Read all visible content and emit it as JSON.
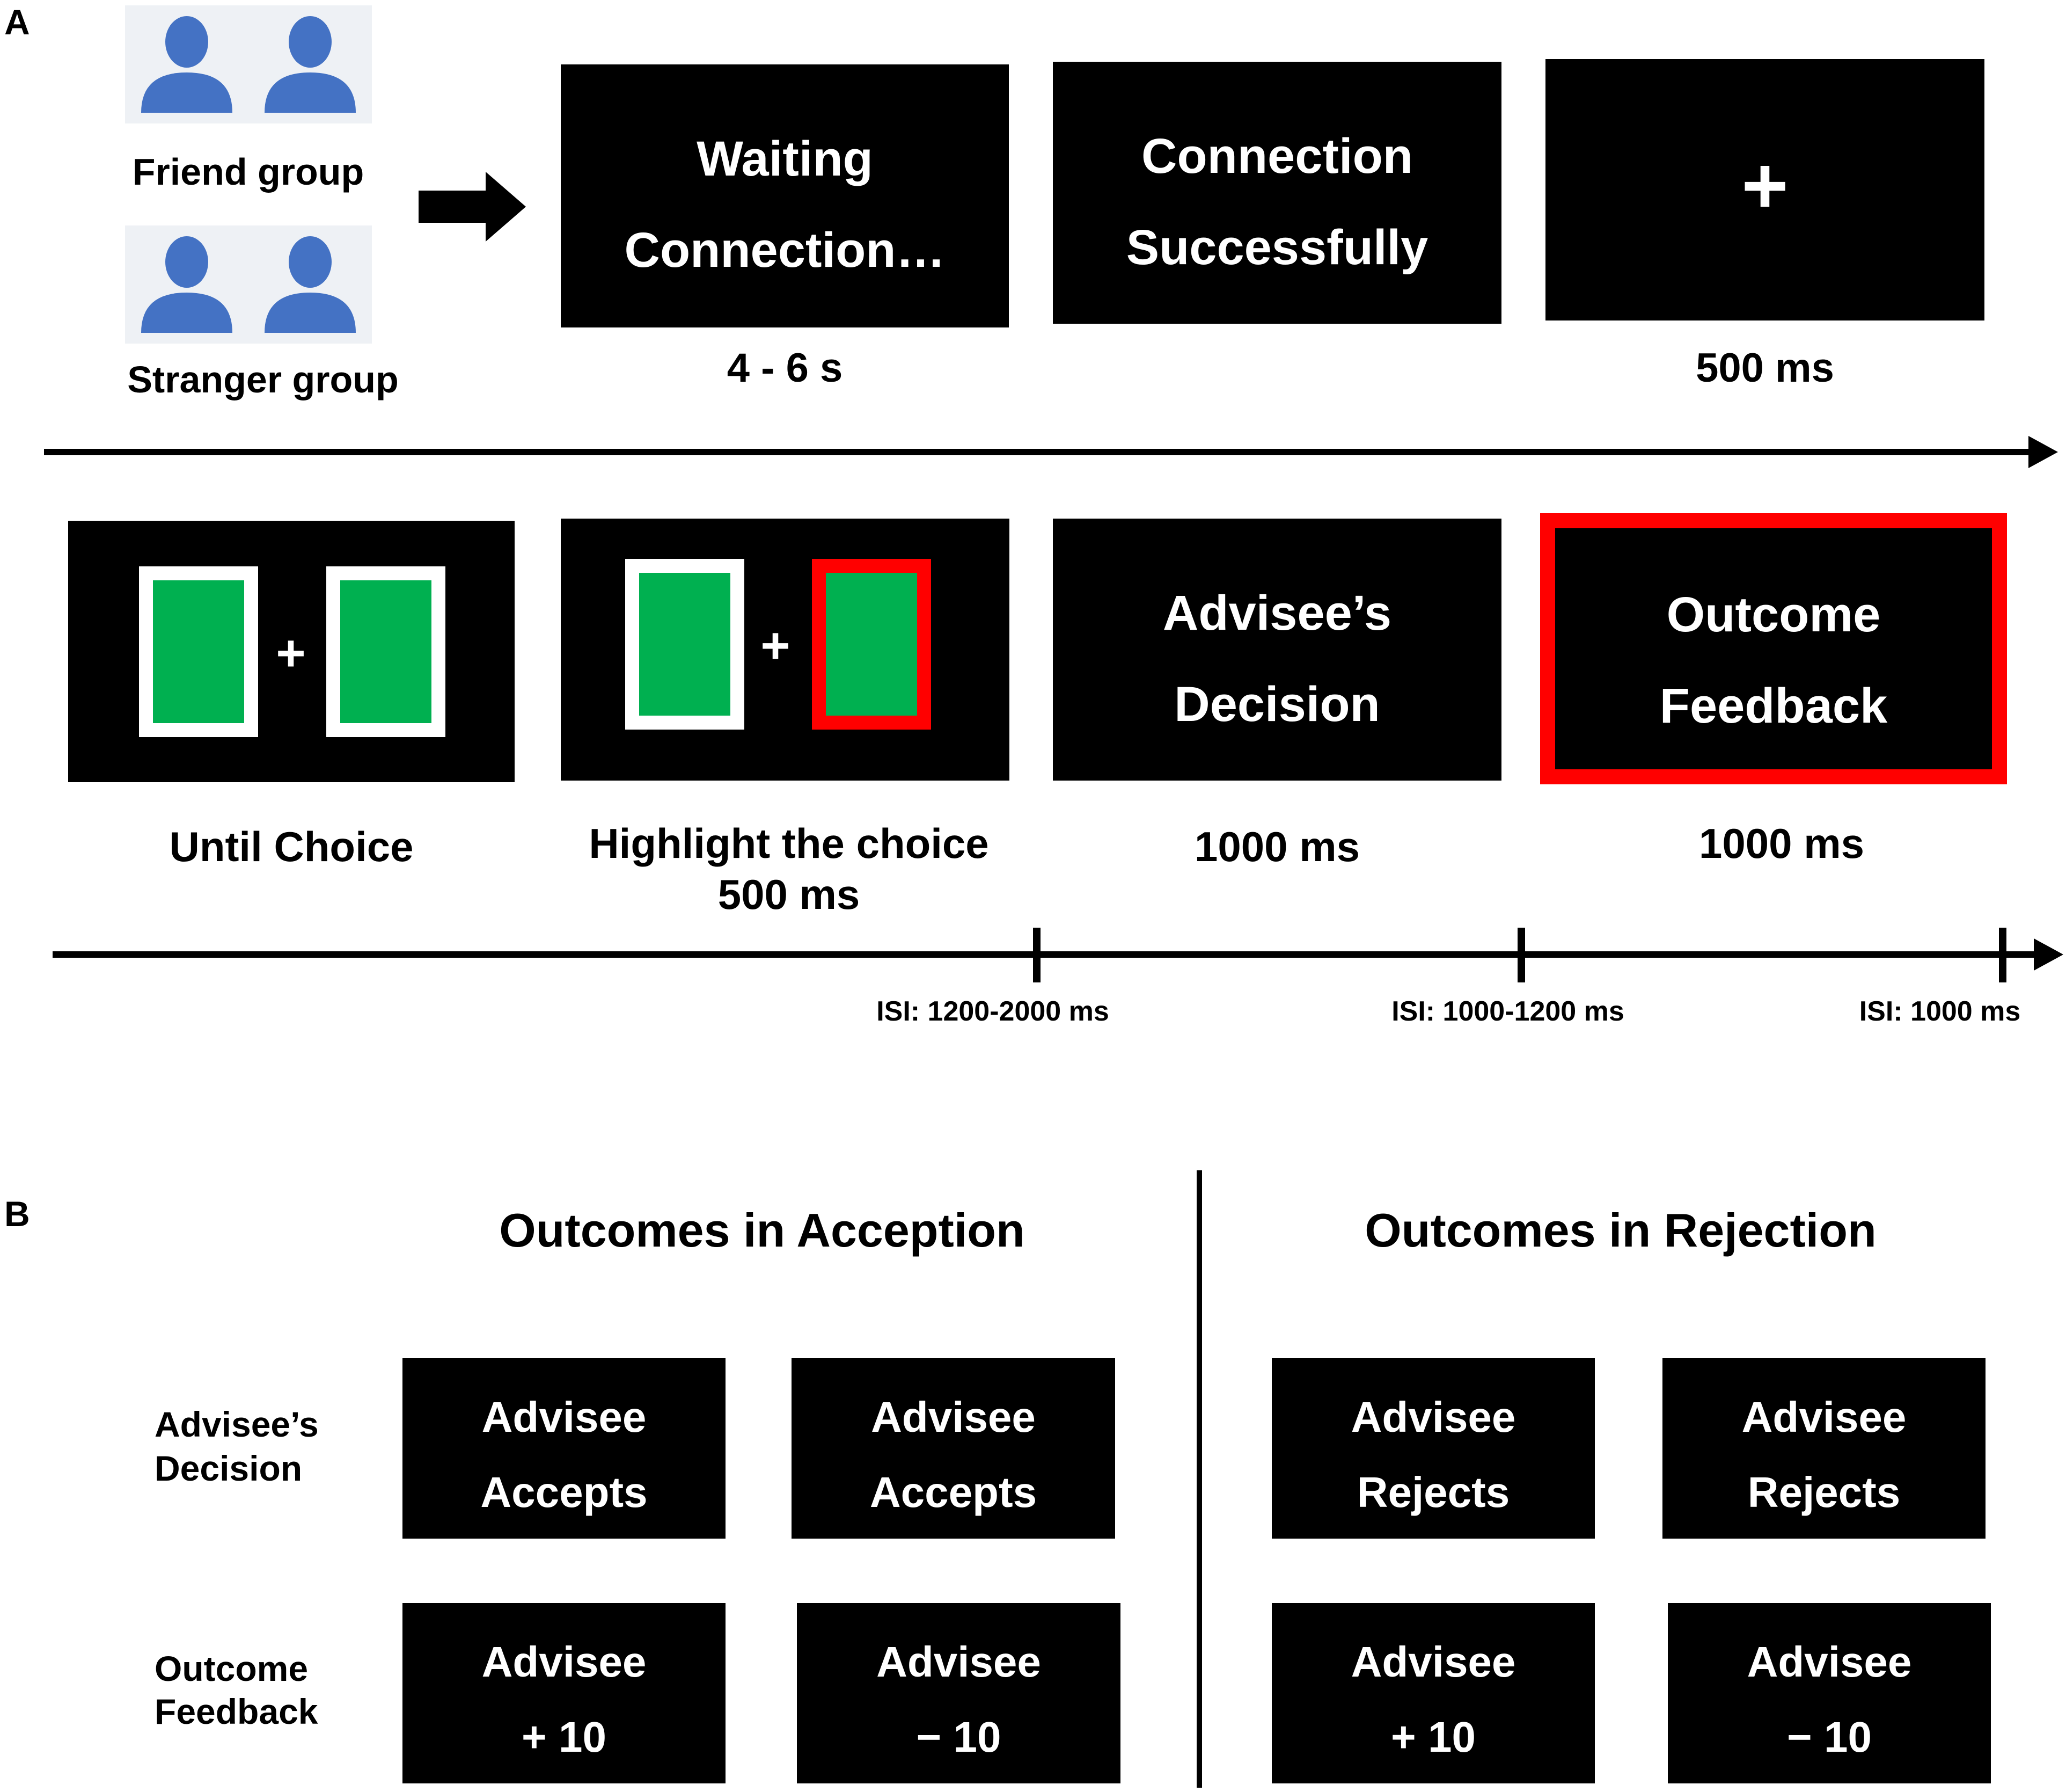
{
  "colors": {
    "screen_bg": "#000000",
    "card_fill": "#00b050",
    "card_border": "#ffffff",
    "highlight": "#ff0000",
    "person_icon": "#4472c4"
  },
  "panel_a": {
    "label": "A",
    "groups": [
      {
        "name": "Friend group",
        "icon": "two-person-icon"
      },
      {
        "name": "Stranger group",
        "icon": "two-person-icon"
      }
    ],
    "top_screens": [
      {
        "lines": [
          "Waiting",
          "Connection…"
        ],
        "caption": "4 - 6 s"
      },
      {
        "lines": [
          "Connection",
          "Successfully"
        ],
        "caption": ""
      },
      {
        "lines": [
          "+"
        ],
        "caption": "500 ms"
      }
    ],
    "bottom_screens": [
      {
        "caption_lines": [
          "Until Choice"
        ]
      },
      {
        "caption_lines": [
          "Highlight the choice",
          "500 ms"
        ]
      },
      {
        "lines": [
          "Advisee’s",
          "Decision"
        ],
        "caption_lines": [
          "1000 ms"
        ]
      },
      {
        "lines": [
          "Outcome",
          "Feedback"
        ],
        "caption_lines": [
          "1000 ms"
        ]
      }
    ],
    "fixation": "+",
    "isi_labels": [
      "ISI: 1200-2000 ms",
      "ISI: 1000-1200 ms",
      "ISI: 1000 ms"
    ]
  },
  "panel_b": {
    "label": "B",
    "headers": [
      "Outcomes in Acception",
      "Outcomes in Rejection"
    ],
    "row_labels": [
      [
        "Advisee’s",
        "Decision"
      ],
      [
        "Outcome",
        "Feedback"
      ]
    ],
    "decision_row": [
      [
        "Advisee",
        "Accepts"
      ],
      [
        "Advisee",
        "Accepts"
      ],
      [
        "Advisee",
        "Rejects"
      ],
      [
        "Advisee",
        "Rejects"
      ]
    ],
    "feedback_row": [
      [
        "Advisee",
        "+ 10"
      ],
      [
        "Advisee",
        "− 10"
      ],
      [
        "Advisee",
        "+ 10"
      ],
      [
        "Advisee",
        "− 10"
      ]
    ]
  }
}
